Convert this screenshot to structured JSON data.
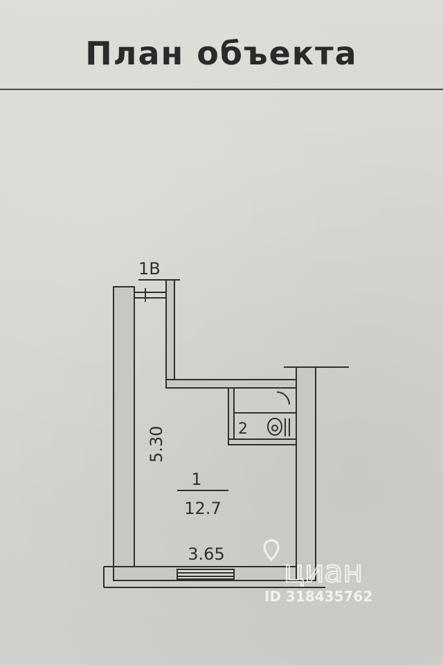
{
  "title": "План объекта",
  "plan": {
    "door_label": "1В",
    "height_dim": "5.30",
    "width_dim": "3.65",
    "room1_number": "1",
    "room1_area": "12.7",
    "room2_number": "2"
  },
  "watermark": {
    "brand": "циан",
    "id_text": "ID 318435762"
  },
  "colors": {
    "ink": "#2f2f2f",
    "wall_fill": "#bdbbb5",
    "paper": "#d9d7d1",
    "watermark": "#ffffff"
  }
}
